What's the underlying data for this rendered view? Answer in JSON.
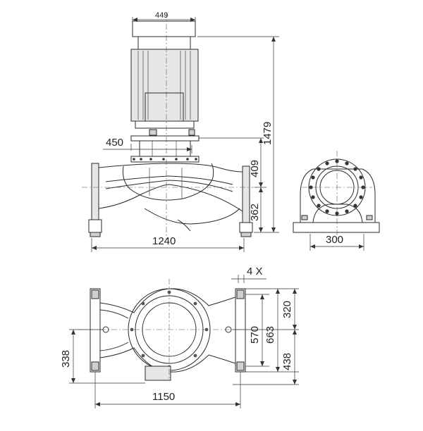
{
  "dimensions": {
    "motor_width": "449",
    "flange_height": "450",
    "total_height": "1479",
    "upper_height": "409",
    "lower_height": "362",
    "length": "1240",
    "base_width": "300",
    "bolt_count": "4 X",
    "foot_span": "570",
    "foot_outer": "663",
    "top_offset": "320",
    "bottom_offset": "438",
    "left_offset": "338",
    "plan_length": "1150"
  }
}
